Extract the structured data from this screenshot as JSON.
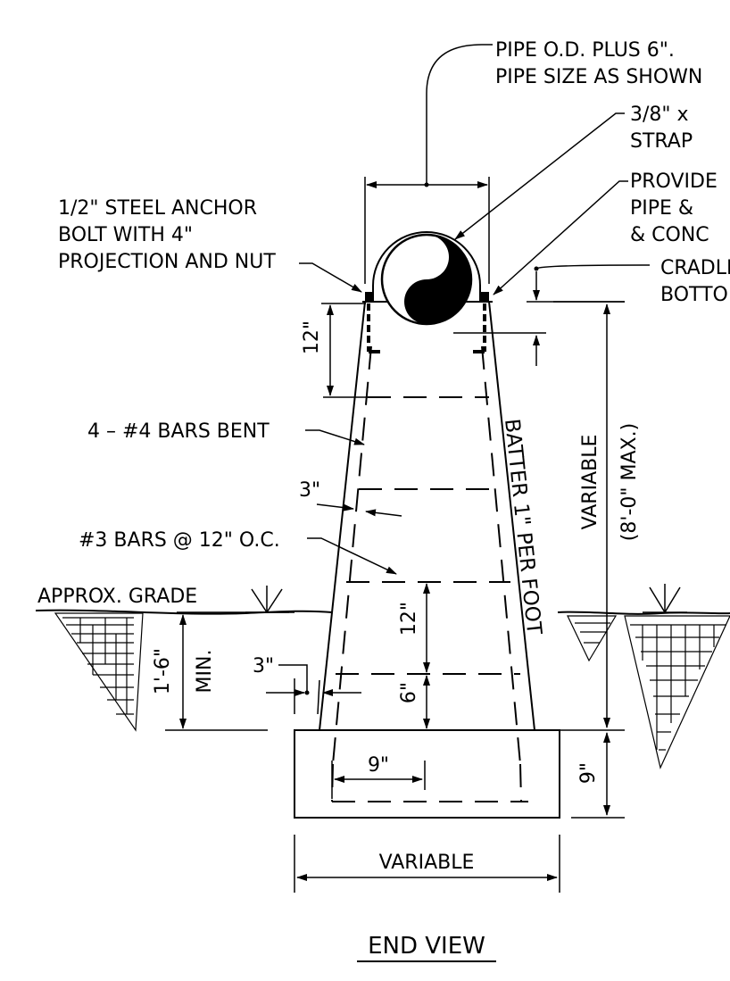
{
  "notes": {
    "pipe_od_line1": "PIPE O.D. PLUS 6\".",
    "pipe_od_line2": "PIPE SIZE AS SHOWN",
    "strap_line1": "3/8\" x",
    "strap_line2": "STRAP",
    "provide_line1": "PROVIDE",
    "provide_line2": "PIPE &",
    "provide_line3": "& CONC",
    "cradle_line1": "CRADLE",
    "cradle_line2": "BOTTOM",
    "anchor_line1": "1/2\" STEEL ANCHOR",
    "anchor_line2": "BOLT WITH 4\"",
    "anchor_line3": "PROJECTION AND NUT",
    "bars_bent": "4 – #4 BARS BENT",
    "bars_oc": "#3 BARS @ 12\" O.C.",
    "grade": "APPROX. GRADE",
    "batter": "BATTER 1\" PER FOOT"
  },
  "dimensions": {
    "top_12": "12\"",
    "bar_3": "3\"",
    "mid_12": "12\"",
    "bottom_6": "6\"",
    "depth": "1'-6\"",
    "depth_min": "MIN.",
    "edge_3": "3\"",
    "footing_9_horizontal": "9\"",
    "footing_9_vertical": "9\"",
    "height_variable": "VARIABLE",
    "height_max": "(8'-0\" MAX.)",
    "width_variable": "VARIABLE"
  },
  "title": "END VIEW"
}
